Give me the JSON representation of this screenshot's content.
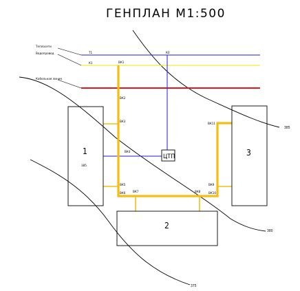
{
  "title": "ГЕНПЛАН М1:500",
  "legend": {
    "line1": "Теплосети",
    "line2": "Водопровод",
    "line3": "Кабельная линия"
  },
  "buildings": {
    "b1": {
      "number": "1",
      "elevation": "385"
    },
    "b2": {
      "number": "2"
    },
    "b3": {
      "number": "3"
    }
  },
  "substation": "ЦТП",
  "points": {
    "t1": "Т1",
    "k1": "К1",
    "k0": "К0",
    "vk1": "ВК1",
    "vk2": "ВК2",
    "vk3": "ВК3",
    "vk4": "ВК4",
    "vk5": "ВК5",
    "vk6": "ВК6",
    "vk7": "ВК7",
    "vk8": "ВК8",
    "vk9": "ВК9",
    "vk10": "ВК10",
    "vk11": "ВК11"
  },
  "isolines": {
    "top": "385",
    "mid": "380",
    "bottom": "375"
  },
  "colors": {
    "heat_network": "#1c1cd6",
    "water_supply": "#f0ea3a",
    "cable_line": "#e01818",
    "main_pipe": "#f5bd12",
    "building_outline": "#000000"
  }
}
